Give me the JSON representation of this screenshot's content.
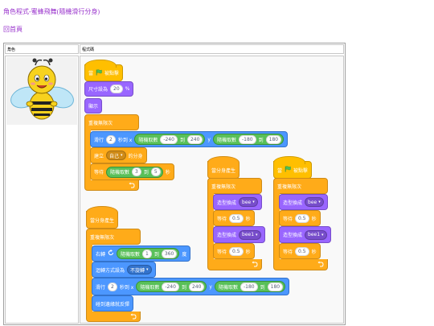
{
  "page": {
    "title": "角色程式-蜜蜂飛舞(隨機滑行分身)",
    "home_link": "回首頁"
  },
  "table": {
    "col_sprite": "角色",
    "col_code": "程式碼"
  },
  "colors": {
    "title": "#9933cc",
    "events": "#FFBF00",
    "looks": "#9966FF",
    "control": "#FFAB19",
    "motion": "#4C97FF",
    "operators": "#59C059",
    "code_background": "#f9f9f9"
  },
  "icons": {
    "flag": "green-flag-icon",
    "turn": "rotate-right-icon",
    "loop": "loop-arrow-icon",
    "dropdown": "caret-down-icon",
    "sprite": "bee-sprite-image"
  },
  "scripts": {
    "s1": {
      "hat": {
        "when": "當",
        "clicked": "被點擊"
      },
      "size": {
        "label": "尺寸設為",
        "value": "20",
        "unit": "%"
      },
      "show": "顯示",
      "forever": "重複無限次",
      "glide": {
        "label": "滑行",
        "secs": "2",
        "to_x": "秒到 x",
        "x_pick": "隨機取數",
        "x_from": "-240",
        "x_to_word": "到",
        "x_to": "240",
        "y": "y",
        "y_pick": "隨機取數",
        "y_from": "-180",
        "y_to_word": "到",
        "y_to": "180"
      },
      "clone": {
        "label": "建立",
        "target": "自己",
        "suffix": "的分身"
      },
      "wait": {
        "label": "等待",
        "pick": "隨機取數",
        "from": "3",
        "to_word": "到",
        "to": "5",
        "unit": "秒"
      }
    },
    "s2": {
      "hat": "當分身產生",
      "forever": "重複無限次",
      "turn": {
        "label": "右轉",
        "pick": "隨機取數",
        "from": "1",
        "to_word": "到",
        "to": "360",
        "unit": "度"
      },
      "rotation_style": {
        "label": "迴轉方式設為",
        "value": "不旋轉"
      },
      "glide": {
        "label": "滑行",
        "secs": "2",
        "to_x": "秒到 x",
        "x_pick": "隨機取數",
        "x_from": "-240",
        "x_to_word": "到",
        "x_to": "240",
        "y": "y",
        "y_pick": "隨機取數",
        "y_from": "-180",
        "y_to_word": "到",
        "y_to": "180"
      },
      "bounce": "碰到邊緣就反彈"
    },
    "s3": {
      "hat": "當分身產生",
      "forever": "重複無限次",
      "costume1": {
        "label": "造型換成",
        "value": "bee"
      },
      "wait1": {
        "label": "等待",
        "value": "0.5",
        "unit": "秒"
      },
      "costume2": {
        "label": "造型換成",
        "value": "bee1"
      },
      "wait2": {
        "label": "等待",
        "value": "0.5",
        "unit": "秒"
      }
    },
    "s4": {
      "hat": {
        "when": "當",
        "clicked": "被點擊"
      },
      "forever": "重複無限次",
      "costume1": {
        "label": "造型換成",
        "value": "bee"
      },
      "wait1": {
        "label": "等待",
        "value": "0.5",
        "unit": "秒"
      },
      "costume2": {
        "label": "造型換成",
        "value": "bee1"
      },
      "wait2": {
        "label": "等待",
        "value": "0.5",
        "unit": "秒"
      }
    }
  }
}
